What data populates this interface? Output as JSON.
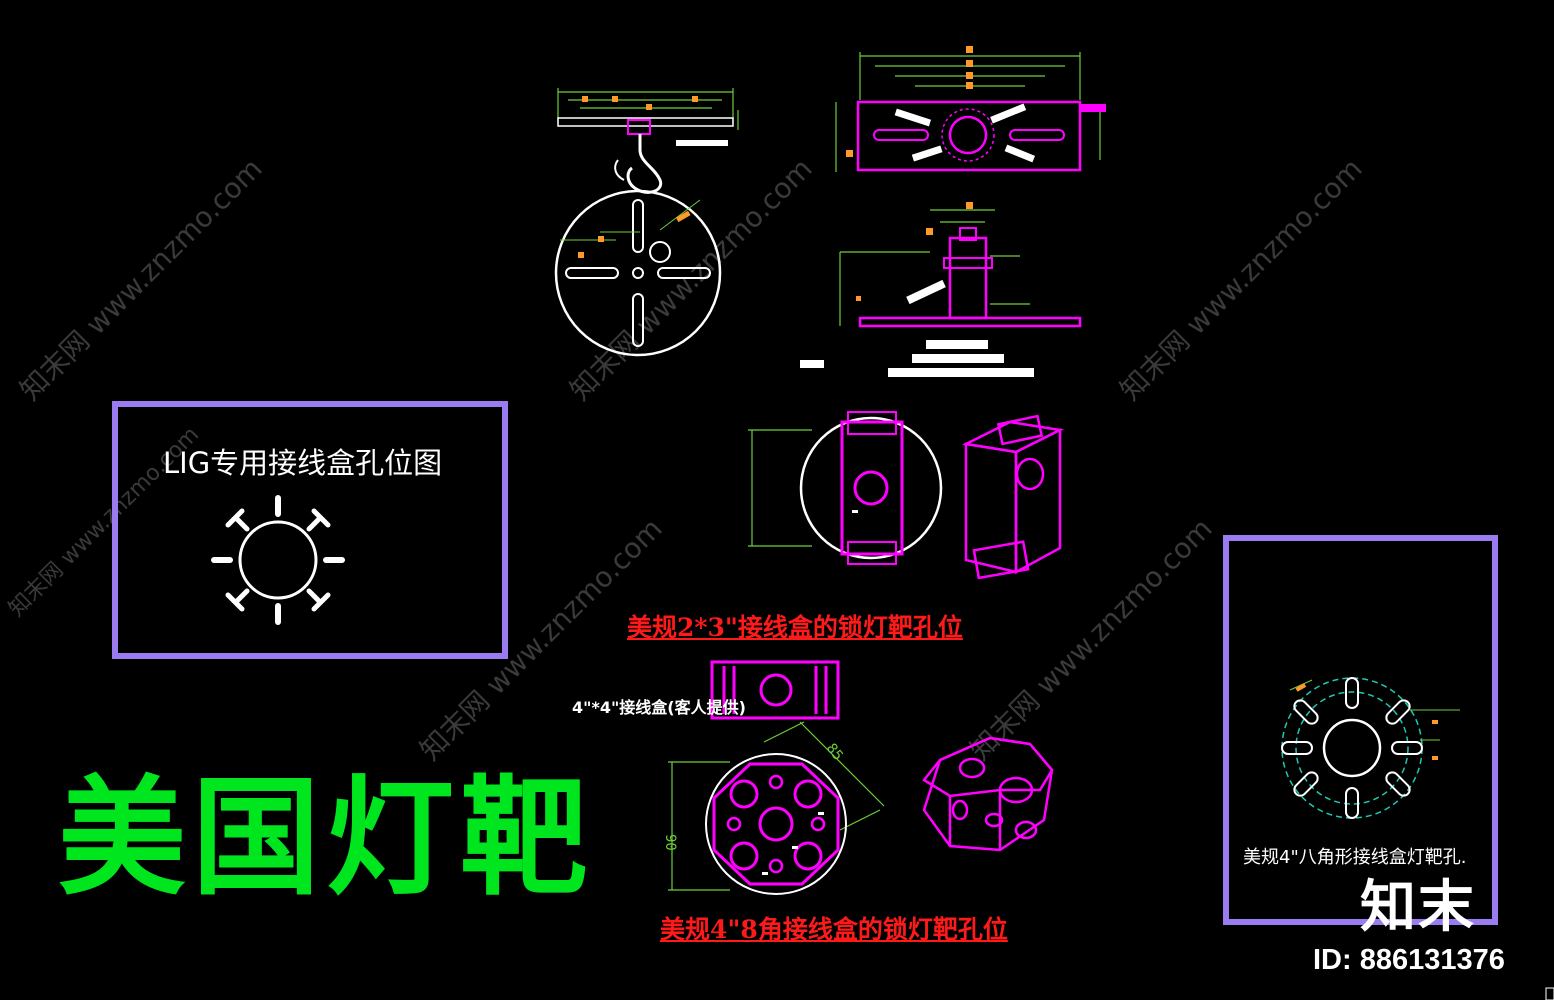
{
  "labels": {
    "lig_title": "LIG专用接线盒孔位图",
    "main_title": "美国灯靶",
    "caption_2x3": "美规2*3\"接线盒的锁灯靶孔位",
    "caption_4x8": "美规4\"8角接线盒的锁灯靶孔位",
    "label_4x4": "4\"*4\"接线盒(客人提供)",
    "label_octagon": "美规4\"八角形接线盒灯靶孔.",
    "dim_85": "85",
    "dim_90": "90"
  },
  "watermark": {
    "brand": "知末",
    "id_label": "ID: 886131376",
    "site_text": "知末网 www.znzmo.com"
  },
  "colors": {
    "background": "#000000",
    "magenta": "#ff00ff",
    "white": "#ffffff",
    "green_title": "#00e61e",
    "red_caption": "#ff1a1a",
    "frame_purple": "#9a7cf0",
    "dimension_green": "#6fcf3a",
    "dimension_orange": "#ff9a2a",
    "teal_dashed": "#1ec8b4"
  }
}
